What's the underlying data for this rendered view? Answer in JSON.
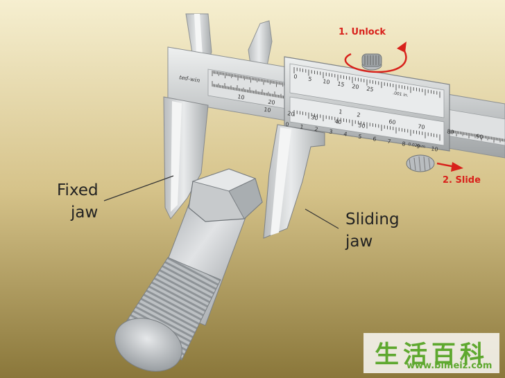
{
  "labels": {
    "step1": "1. Unlock",
    "step2": "2. Slide",
    "fixed_line1": "Fixed",
    "fixed_line2": "jaw",
    "sliding_line1": "Sliding",
    "sliding_line2": "jaw"
  },
  "caliper": {
    "brand": "ted-win",
    "main_scale_top": [
      "10",
      "20"
    ],
    "main_scale_bottom": [
      "10",
      "20",
      "30",
      "40",
      "50",
      "60",
      "70",
      "80",
      "90"
    ],
    "vernier_inch": [
      "0",
      "5",
      "10",
      "15",
      "20",
      "25"
    ],
    "vernier_inch_unit": ".001 in.",
    "vernier_mm": [
      "0",
      "1",
      "2",
      "3",
      "4",
      "5",
      "6",
      "7",
      "8",
      "9",
      "10"
    ],
    "vernier_mm_unit": "0.02mm",
    "inch_scale": [
      "1",
      "2"
    ]
  },
  "watermark": {
    "chinese": "生活百科",
    "url": "www.bimeiz.com"
  },
  "colors": {
    "background_light": "#f4ecc8",
    "background_dark": "#8c7a3d",
    "steel": "#cdd0d1",
    "arrow_red": "#d8211b",
    "watermark_green": "#5ea82f"
  }
}
